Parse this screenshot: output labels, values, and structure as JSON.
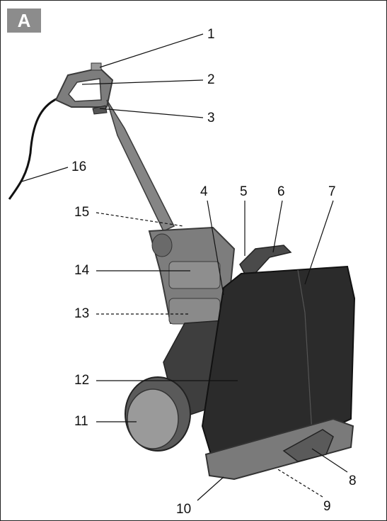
{
  "badge": {
    "letter": "A"
  },
  "callouts": [
    {
      "id": 1,
      "text": "1",
      "leader": "solid"
    },
    {
      "id": 2,
      "text": "2",
      "leader": "solid"
    },
    {
      "id": 3,
      "text": "3",
      "leader": "solid"
    },
    {
      "id": 4,
      "text": "4",
      "leader": "solid"
    },
    {
      "id": 5,
      "text": "5",
      "leader": "solid"
    },
    {
      "id": 6,
      "text": "6",
      "leader": "solid"
    },
    {
      "id": 7,
      "text": "7",
      "leader": "solid"
    },
    {
      "id": 8,
      "text": "8",
      "leader": "solid"
    },
    {
      "id": 9,
      "text": "9",
      "leader": "dashed"
    },
    {
      "id": 10,
      "text": "10",
      "leader": "solid"
    },
    {
      "id": 11,
      "text": "11",
      "leader": "solid"
    },
    {
      "id": 12,
      "text": "12",
      "leader": "solid"
    },
    {
      "id": 13,
      "text": "13",
      "leader": "dashed"
    },
    {
      "id": 14,
      "text": "14",
      "leader": "solid"
    },
    {
      "id": 15,
      "text": "15",
      "leader": "dashed"
    },
    {
      "id": 16,
      "text": "16",
      "leader": "solid"
    }
  ],
  "colors": {
    "badge_bg": "#8c8c8c",
    "housing": "#7d7d7d",
    "housing_dark": "#4a4a4a",
    "bag": "#2b2b2b",
    "line": "#111111"
  }
}
